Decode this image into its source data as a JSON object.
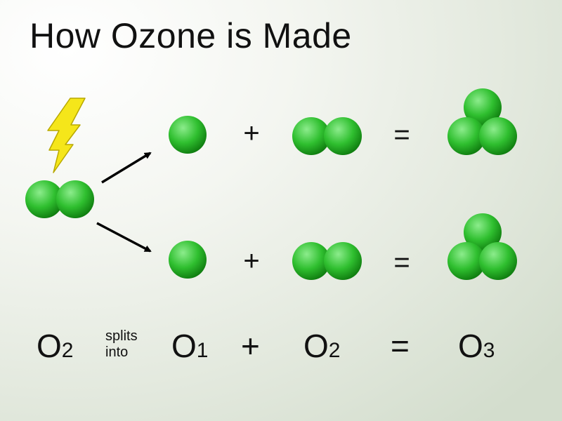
{
  "title": "How Ozone is Made",
  "row_operators": {
    "plus": "+",
    "equals": "="
  },
  "equation": {
    "reactant": {
      "symbol": "O",
      "subscript": "2"
    },
    "verb_line1": "splits",
    "verb_line2": "into",
    "product_atom": {
      "symbol": "O",
      "subscript": "1"
    },
    "plus": "+",
    "product_molecule": {
      "symbol": "O",
      "subscript": "2"
    },
    "equals": "=",
    "result": {
      "symbol": "O",
      "subscript": "3"
    }
  },
  "icons": {
    "energy": "lightning-bolt-icon",
    "split": "arrow-icon"
  },
  "colors": {
    "atom_light": "#8cec8c",
    "atom_mid": "#2fbf2f",
    "atom_dark": "#0e7a0e",
    "bolt_fill": "#f5e61a",
    "bolt_stroke": "#b8a800"
  }
}
